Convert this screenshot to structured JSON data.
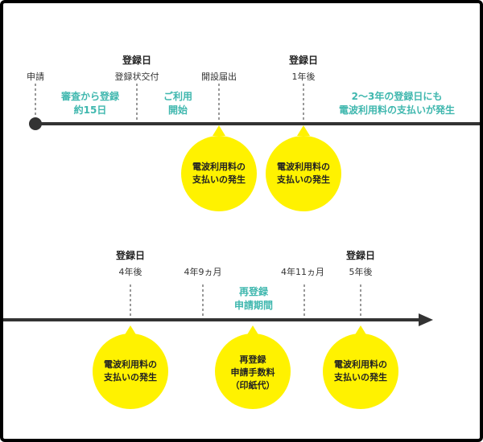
{
  "timeline1": {
    "apply_label": "申請",
    "reg_date_label": "登録日",
    "certificate_label": "登録状交付",
    "opening_label": "開設届出",
    "one_year_reg_label": "登録日",
    "one_year_label": "1年後",
    "review_label_1": "審査から登録",
    "review_label_2": "約15日",
    "use_start_1": "ご利用",
    "use_start_2": "開始",
    "note_1": "2〜3年の登録日にも",
    "note_2": "電波利用料の支払いが発生",
    "bubble_1": [
      "電波利用料の",
      "支払いの発生"
    ],
    "bubble_2": [
      "電波利用料の",
      "支払いの発生"
    ]
  },
  "timeline2": {
    "reg4_label": "登録日",
    "year4_label": "4年後",
    "m49_label": "4年9ヵ月",
    "m411_label": "4年11ヵ月",
    "reg5_label": "登録日",
    "year5_label": "5年後",
    "renew_1": "再登録",
    "renew_2": "申請期間",
    "bubble_1": [
      "電波利用料の",
      "支払いの発生"
    ],
    "bubble_2": [
      "再登録",
      "申請手数料",
      "（印紙代）"
    ],
    "bubble_3": [
      "電波利用料の",
      "支払いの発生"
    ]
  },
  "colors": {
    "bubble": "#fff200",
    "teal": "#3fb7ae",
    "line": "#333333"
  }
}
